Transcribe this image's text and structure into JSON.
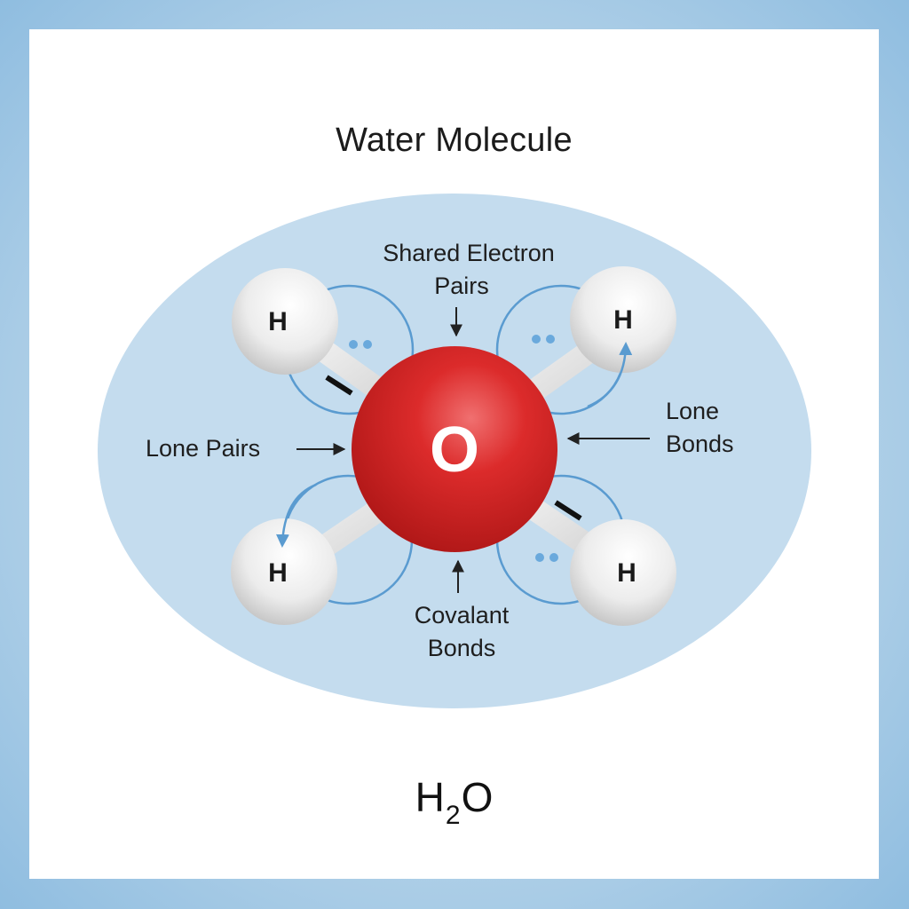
{
  "diagram": {
    "title": "Water Molecule",
    "formula": {
      "main": "H",
      "subscript": "2",
      "tail": "O"
    },
    "atoms": {
      "oxygen": "O",
      "hydrogen": [
        "H",
        "H",
        "H",
        "H"
      ]
    },
    "labels": {
      "shared_electron_pairs": [
        "Shared Electron",
        "Pairs"
      ],
      "lone_pairs": "Lone Pairs",
      "lone_bonds": [
        "Lone",
        "Bonds"
      ],
      "covalent_bonds": [
        "Covalant",
        "Bonds"
      ]
    },
    "colors": {
      "background_ellipse": "#c4dcee",
      "oxygen": "#d42424",
      "orbit": "#5a9bd0",
      "electron": "#6aa9dc",
      "hydrogen": "#e9e9e9"
    }
  }
}
